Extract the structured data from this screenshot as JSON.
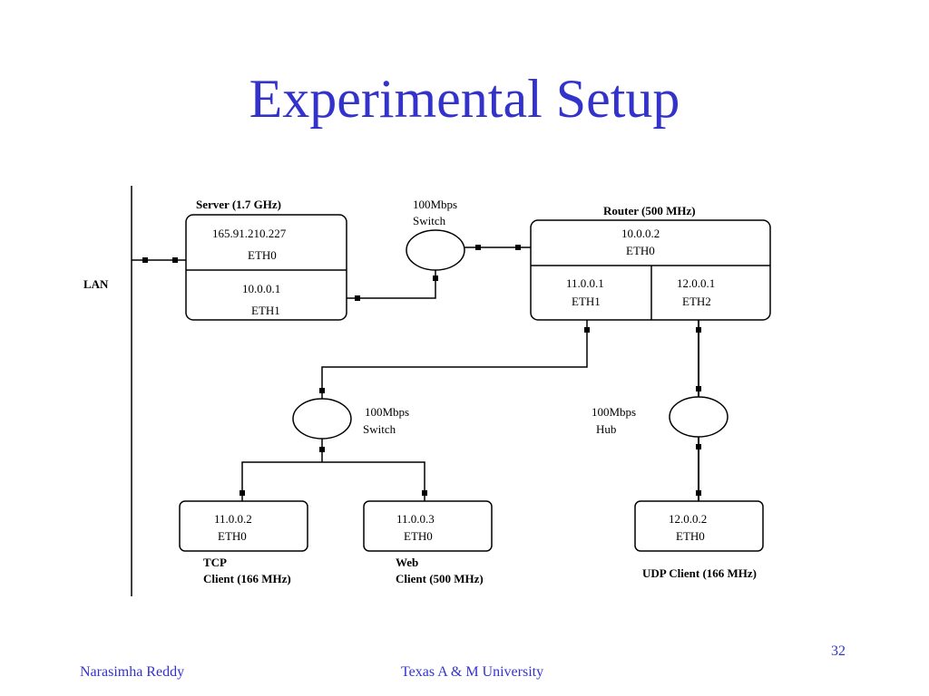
{
  "slide": {
    "title": "Experimental Setup",
    "page_number": "32",
    "footer_left": "Narasimha Reddy",
    "footer_center": "Texas A & M University"
  },
  "diagram": {
    "lan_label": "LAN",
    "server": {
      "label": "Server (1.7 GHz)",
      "eth0_ip": "165.91.210.227",
      "eth0": "ETH0",
      "eth1_ip": "10.0.0.1",
      "eth1": "ETH1"
    },
    "switch_top": {
      "line1": "100Mbps",
      "line2": "Switch"
    },
    "router": {
      "label": "Router (500 MHz)",
      "eth0_ip": "10.0.0.2",
      "eth0": "ETH0",
      "eth1_ip": "11.0.0.1",
      "eth1": "ETH1",
      "eth2_ip": "12.0.0.1",
      "eth2": "ETH2"
    },
    "switch_bottom": {
      "line1": "100Mbps",
      "line2": "Switch"
    },
    "hub": {
      "line1": "100Mbps",
      "line2": "Hub"
    },
    "tcp_client": {
      "ip": "11.0.0.2",
      "eth": "ETH0",
      "label1": "TCP",
      "label2": "Client (166 MHz)"
    },
    "web_client": {
      "ip": "11.0.0.3",
      "eth": "ETH0",
      "label1": "Web",
      "label2": "Client (500 MHz)"
    },
    "udp_client": {
      "ip": "12.0.0.2",
      "eth": "ETH0",
      "label": "UDP Client (166 MHz)"
    }
  }
}
